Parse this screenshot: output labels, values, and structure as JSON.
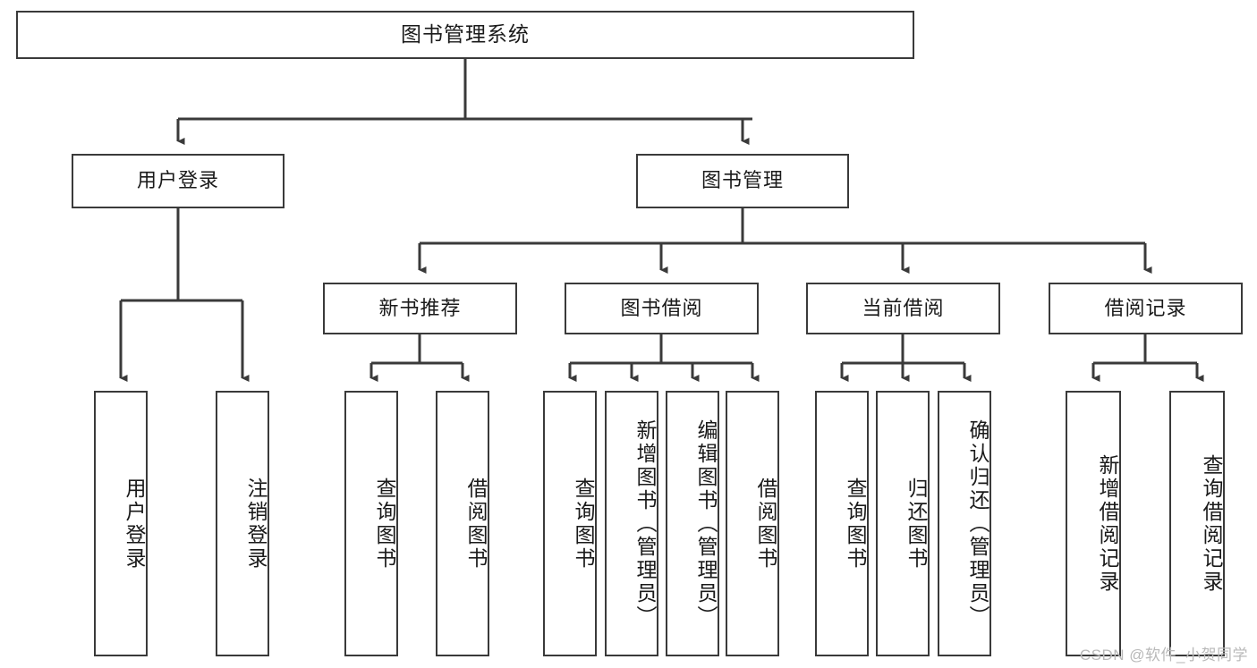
{
  "diagram": {
    "title": "图书管理系统",
    "type": "tree-hierarchy-diagram",
    "colors": {
      "box_border": "#3a3a3a",
      "box_fill": "#ffffff",
      "connector": "#3a3a3a",
      "text": "#1a1a1a",
      "watermark": "#b9b9b9",
      "background": "#ffffff"
    },
    "root": {
      "label": "图书管理系统"
    },
    "level2": [
      {
        "label": "用户登录"
      },
      {
        "label": "图书管理"
      }
    ],
    "level3": [
      {
        "label": "新书推荐"
      },
      {
        "label": "图书借阅"
      },
      {
        "label": "当前借阅"
      },
      {
        "label": "借阅记录"
      }
    ],
    "leaves": {
      "user_login": [
        {
          "label": "用户登录"
        },
        {
          "label": "注销登录"
        }
      ],
      "new_book_recommend": [
        {
          "label": "查询图书"
        },
        {
          "label": "借阅图书"
        }
      ],
      "book_borrow": [
        {
          "label": "查询图书"
        },
        {
          "label": "新增图书（管理员）"
        },
        {
          "label": "编辑图书（管理员）"
        },
        {
          "label": "借阅图书"
        }
      ],
      "current_borrow": [
        {
          "label": "查询图书"
        },
        {
          "label": "归还图书"
        },
        {
          "label": "确认归还（管理员）"
        }
      ],
      "borrow_record": [
        {
          "label": "新增借阅记录"
        },
        {
          "label": "查询借阅记录"
        }
      ]
    }
  },
  "watermark": {
    "text": "CSDN @软件_小贺同学"
  }
}
